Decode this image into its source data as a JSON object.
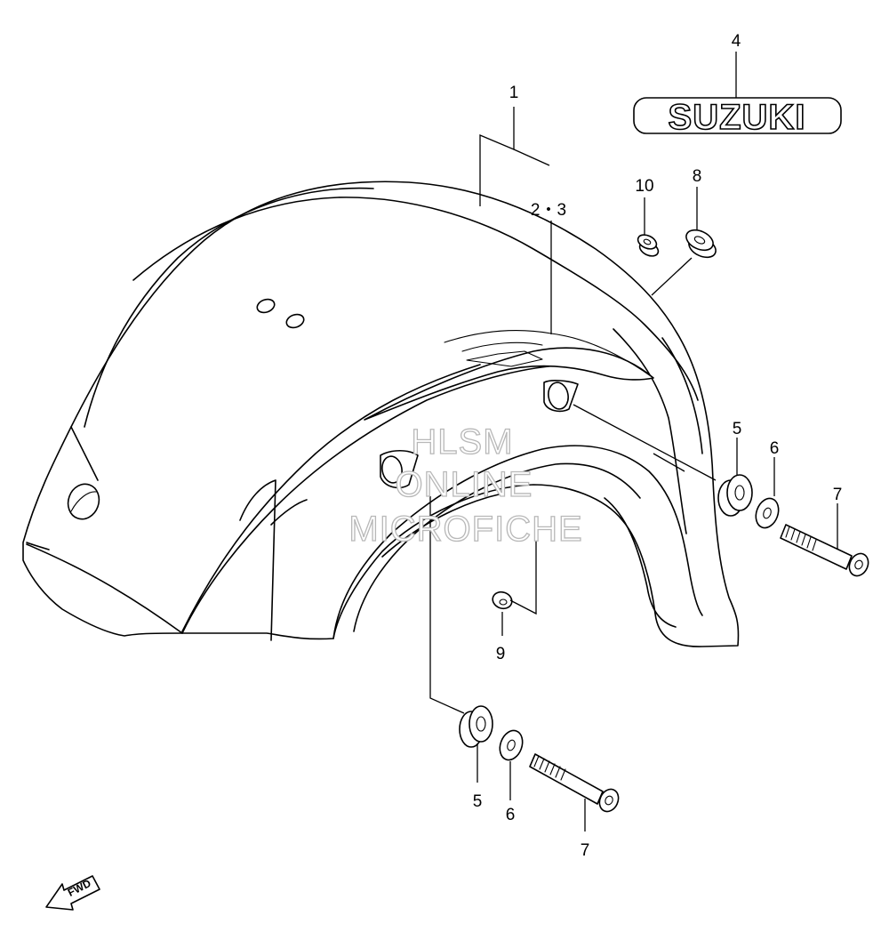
{
  "diagram": {
    "callouts": {
      "c1": "1",
      "c23": "2・3",
      "c4": "4",
      "c5a": "5",
      "c6a": "6",
      "c7a": "7",
      "c8": "8",
      "c9": "9",
      "c10": "10",
      "c5b": "5",
      "c6b": "6",
      "c7b": "7"
    },
    "emblem_text": "SUZUKI",
    "direction_label": "FWD",
    "watermark": [
      "HLSM",
      "ONLINE",
      "MICROFICHE"
    ]
  }
}
